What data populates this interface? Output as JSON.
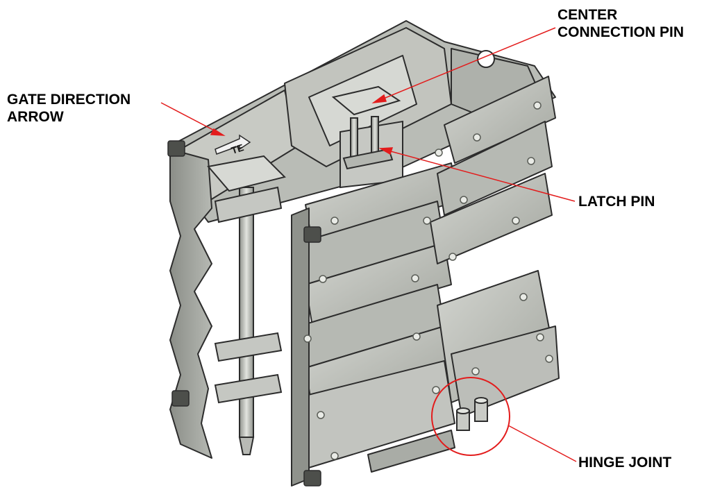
{
  "labels": {
    "gate_direction": [
      "GATE DIRECTION",
      "ARROW"
    ],
    "center_pin": [
      "CENTER",
      "CONNECTION PIN"
    ],
    "latch_pin": "LATCH PIN",
    "hinge_joint": "HINGE JOINT",
    "gate_stamp": "TE"
  },
  "colors": {
    "leader": "#e31c1c",
    "metal_light": "#c9cbc6",
    "metal_mid": "#a9aca6",
    "metal_dark": "#7d807a",
    "outline": "#2c2c2c"
  }
}
